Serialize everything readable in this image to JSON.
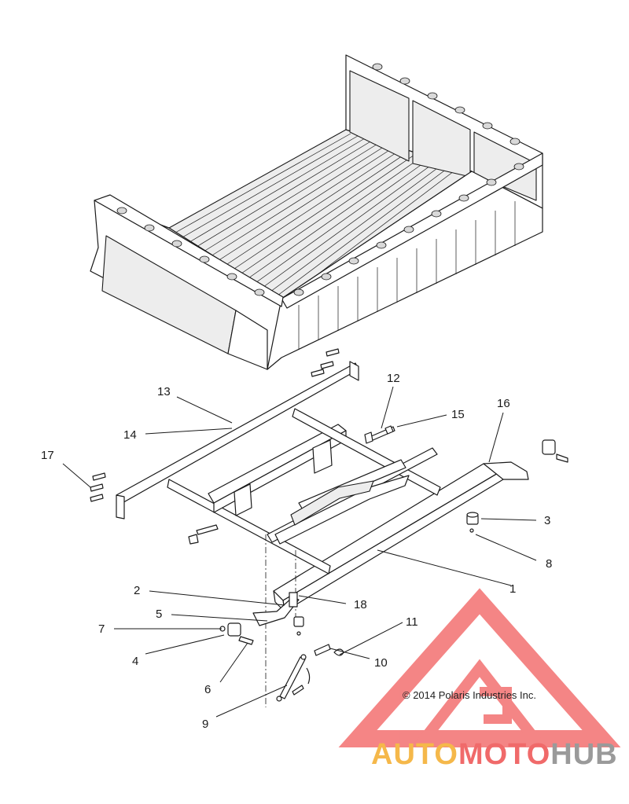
{
  "diagram": {
    "copyright": "© 2014 Polaris Industries Inc.",
    "callouts": [
      {
        "num": "1"
      },
      {
        "num": "2"
      },
      {
        "num": "3"
      },
      {
        "num": "4"
      },
      {
        "num": "5"
      },
      {
        "num": "6"
      },
      {
        "num": "7"
      },
      {
        "num": "8"
      },
      {
        "num": "9"
      },
      {
        "num": "10"
      },
      {
        "num": "11"
      },
      {
        "num": "12"
      },
      {
        "num": "13"
      },
      {
        "num": "14"
      },
      {
        "num": "15"
      },
      {
        "num": "16"
      },
      {
        "num": "17"
      },
      {
        "num": "18"
      }
    ]
  },
  "watermark": {
    "brand_auto": "AUTO",
    "brand_moto": "MOTO",
    "brand_hub": "HUB",
    "colors": {
      "auto": "#f5b84a",
      "moto": "#f06a6a",
      "hub": "#9a9a9a",
      "logo": "#f37070"
    }
  }
}
